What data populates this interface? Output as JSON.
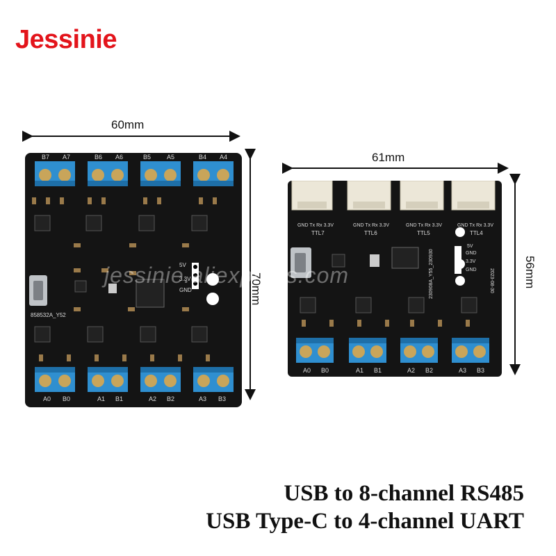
{
  "brand": {
    "logo_text": "Jessinie"
  },
  "dimensions": {
    "left_width": "60mm",
    "left_height": "70mm",
    "right_width": "61mm",
    "right_height": "56mm"
  },
  "watermark": "jessinie.aliexpress.com",
  "captions": {
    "line1": "USB to 8-channel RS485",
    "line2": "USB Type-C to 4-channel UART"
  },
  "board_left": {
    "top_terminals": [
      "B7",
      "A7",
      "B6",
      "A6",
      "B5",
      "A5",
      "B4",
      "A4"
    ],
    "bottom_terminals": [
      "A0",
      "B0",
      "A1",
      "B1",
      "A2",
      "B2",
      "A3",
      "B3"
    ],
    "model": "858532A_Y52",
    "power_labels": [
      "5V",
      "3.3V",
      "GND"
    ]
  },
  "board_right": {
    "connectors": [
      "TTL7",
      "TTL6",
      "TTL5",
      "TTL4"
    ],
    "pin_label": "GND Tx Rx 3.3V",
    "bottom_terminals": [
      "A0",
      "B0",
      "A1",
      "B1",
      "A2",
      "B2",
      "A3",
      "B3"
    ],
    "model": "230908A_Y55_230930",
    "date": "2023-08-30",
    "power_labels": [
      "5V",
      "GND",
      "3.3V",
      "GND"
    ]
  },
  "colors": {
    "brand": "#e3141b",
    "pcb": "#141414",
    "terminal": "#2f8fd0",
    "connector": "#ece7d8"
  }
}
